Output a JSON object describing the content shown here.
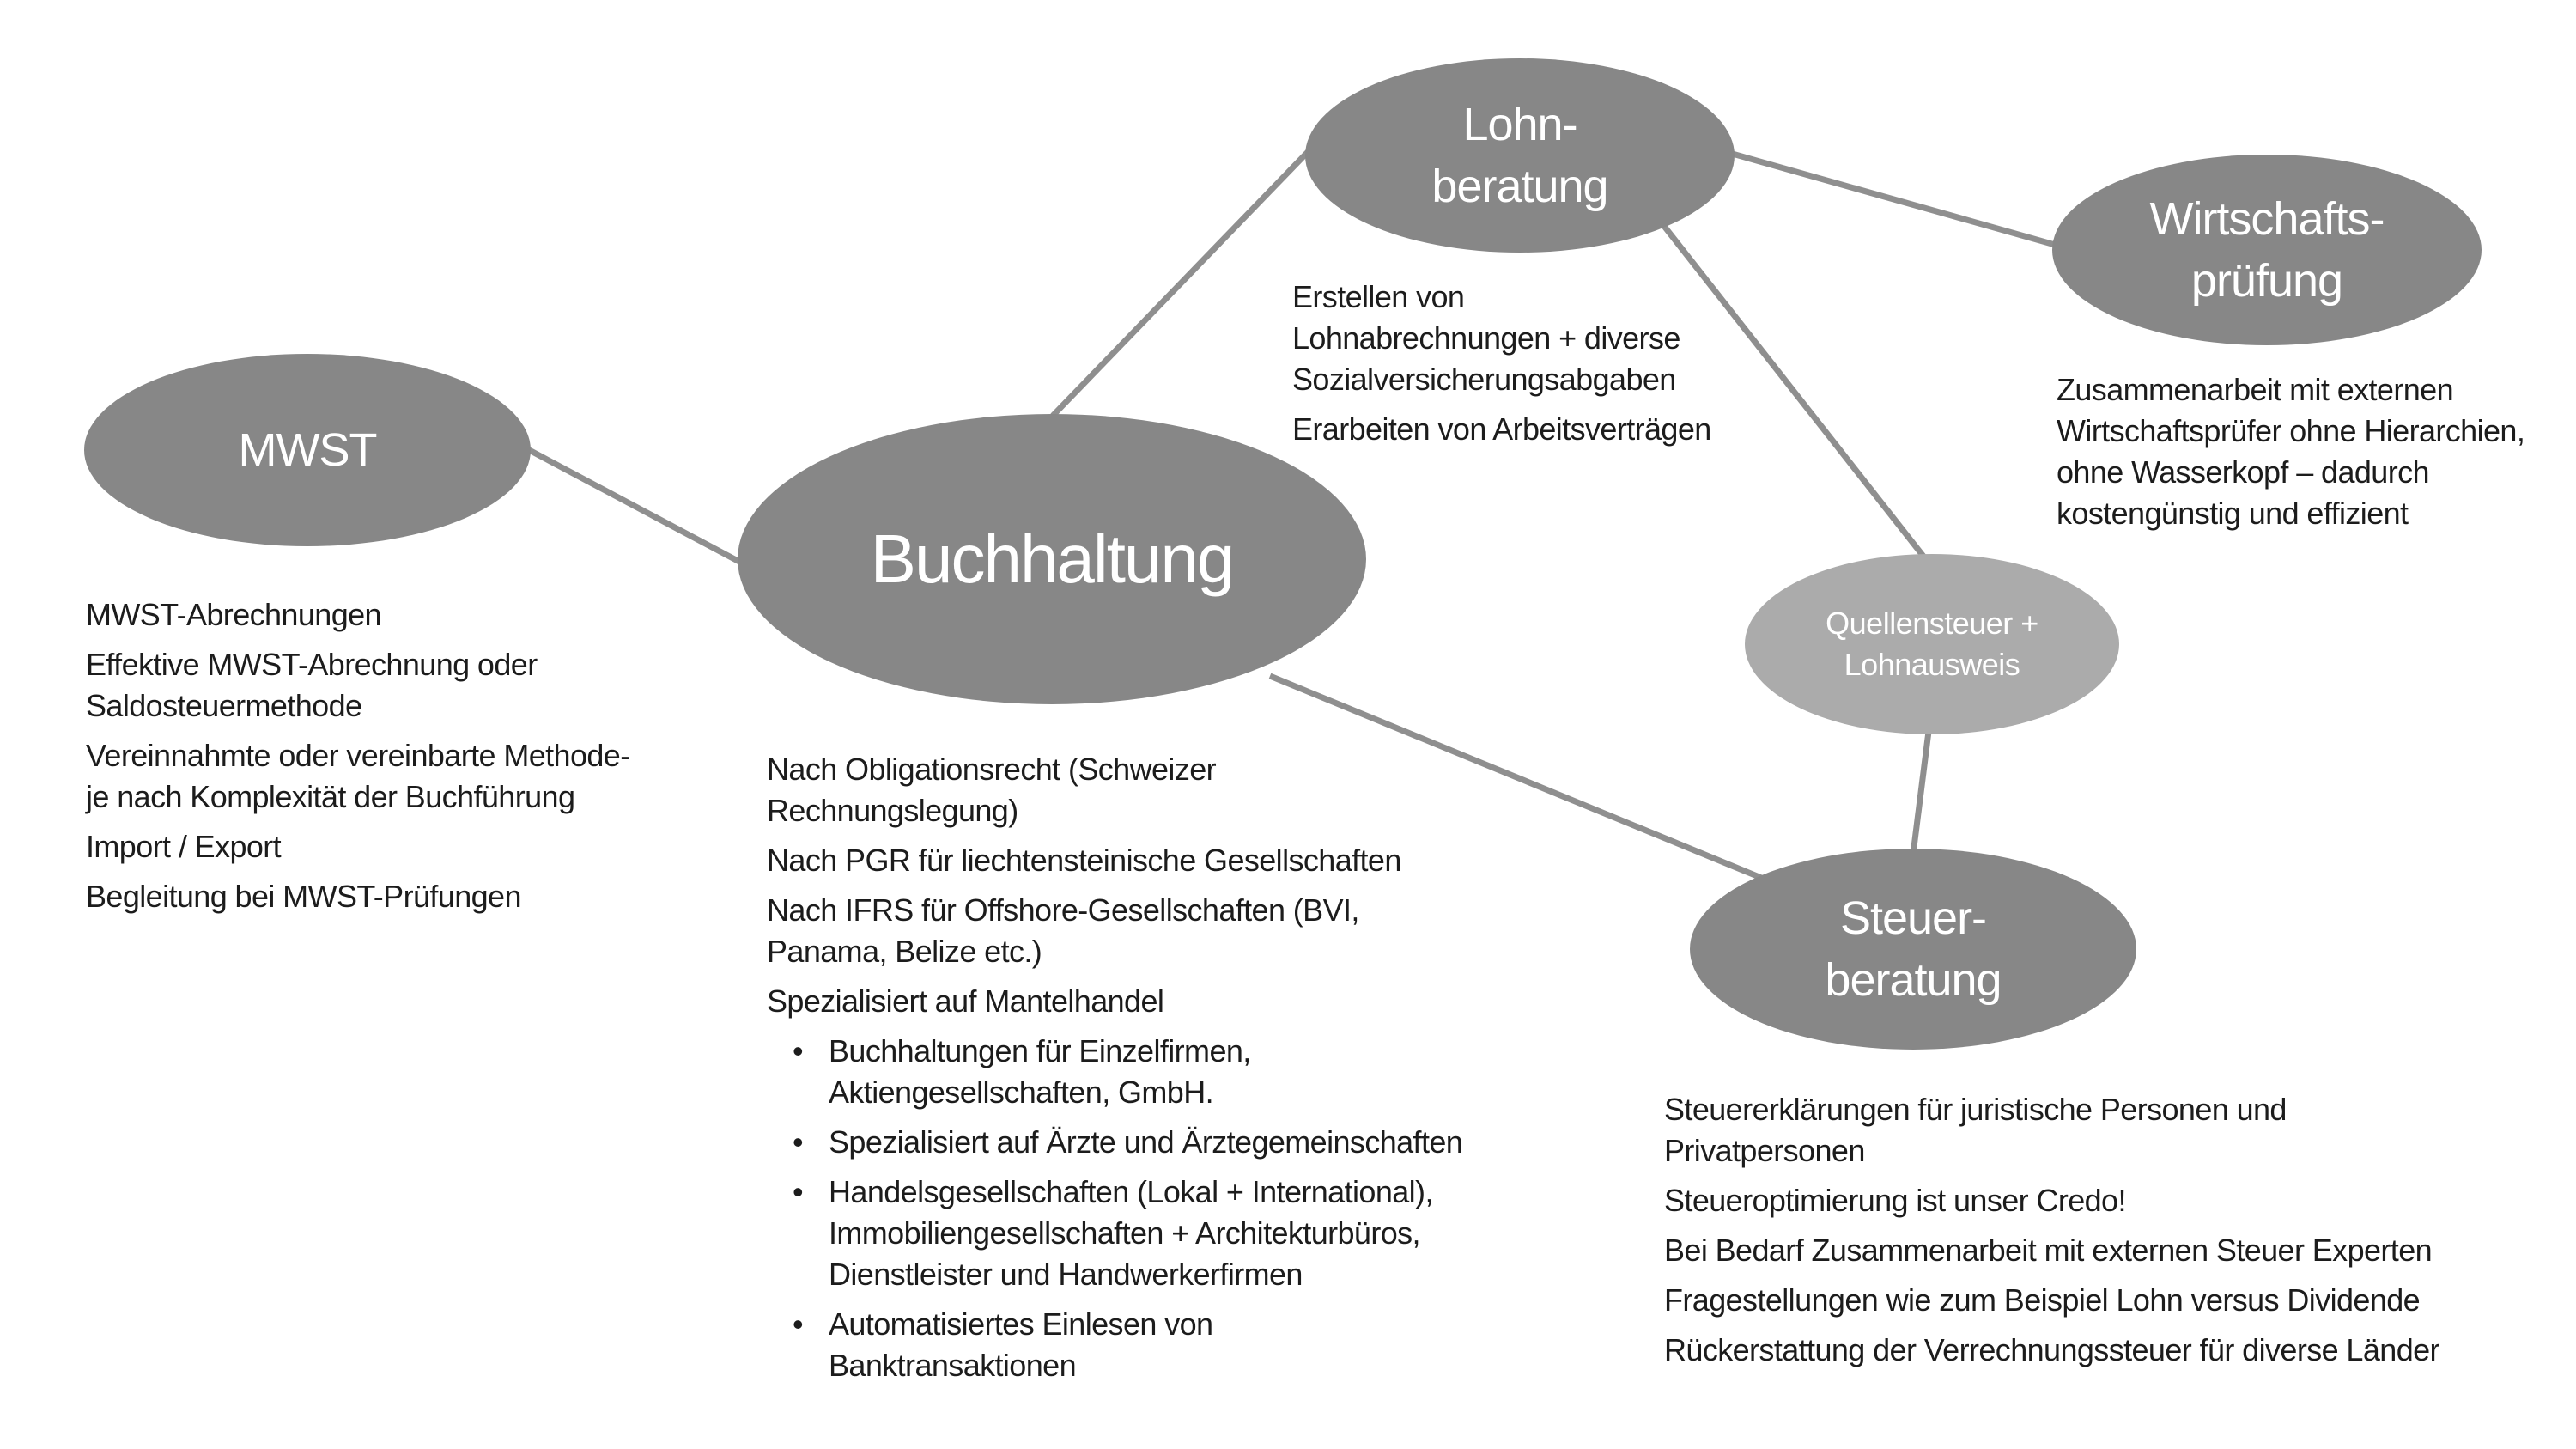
{
  "colors": {
    "background": "#ffffff",
    "connector": "#8f8f8f",
    "node_fill": "#878787",
    "node_fill_light": "#ababab",
    "node_label": "#ffffff",
    "body_text": "#1c1c1c"
  },
  "nodes": {
    "mwst": {
      "label": "MWST"
    },
    "buchhaltung": {
      "label": "Buchhaltung"
    },
    "lohnberatung": {
      "label": "Lohn-\nberatung"
    },
    "wirtschaftspruefung": {
      "label": "Wirtschafts-\nprüfung"
    },
    "quellensteuer": {
      "label": "Quellensteuer +\nLohnausweis"
    },
    "steuerberatung": {
      "label": "Steuer-\nberatung"
    }
  },
  "details": {
    "mwst": [
      {
        "bullet": false,
        "text": "MWST-Abrechnungen"
      },
      {
        "bullet": false,
        "text": "Effektive MWST-Abrechnung  oder\nSaldosteuermethode"
      },
      {
        "bullet": false,
        "text": "Vereinnahmte oder vereinbarte Methode-\nje nach Komplexität der Buchführung"
      },
      {
        "bullet": false,
        "text": "Import / Export"
      },
      {
        "bullet": false,
        "text": "Begleitung bei MWST-Prüfungen"
      }
    ],
    "lohnberatung": [
      {
        "bullet": false,
        "text": "Erstellen von\nLohnabrechnungen + diverse\nSozialversicherungsabgaben"
      },
      {
        "bullet": false,
        "text": "Erarbeiten von Arbeitsverträgen"
      }
    ],
    "wirtschaftspruefung": [
      {
        "bullet": false,
        "text": "Zusammenarbeit mit externen\nWirtschaftsprüfer ohne Hierarchien,\nohne Wasserkopf – dadurch\nkostengünstig und effizient"
      }
    ],
    "buchhaltung": [
      {
        "bullet": false,
        "text": "Nach Obligationsrecht (Schweizer\nRechnungslegung)"
      },
      {
        "bullet": false,
        "text": "Nach PGR für liechtensteinische Gesellschaften"
      },
      {
        "bullet": false,
        "text": "Nach IFRS für Offshore-Gesellschaften (BVI,\nPanama, Belize etc.)"
      },
      {
        "bullet": false,
        "text": "Spezialisiert auf Mantelhandel"
      },
      {
        "bullet": true,
        "text": "Buchhaltungen für Einzelfirmen,\nAktiengesellschaften, GmbH."
      },
      {
        "bullet": true,
        "text": "Spezialisiert auf Ärzte und Ärztegemeinschaften"
      },
      {
        "bullet": true,
        "text": "Handelsgesellschaften (Lokal + International),\nImmobiliengesellschaften + Architekturbüros,\nDienstleister und Handwerkerfirmen"
      },
      {
        "bullet": true,
        "text": "Automatisiertes Einlesen von\nBanktransaktionen"
      }
    ],
    "steuerberatung": [
      {
        "bullet": false,
        "text": "Steuererklärungen für juristische Personen und\nPrivatpersonen"
      },
      {
        "bullet": false,
        "text": "Steueroptimierung ist unser Credo!"
      },
      {
        "bullet": false,
        "text": "Bei Bedarf Zusammenarbeit mit externen Steuer Experten"
      },
      {
        "bullet": false,
        "text": "Fragestellungen wie zum Beispiel Lohn versus Dividende"
      },
      {
        "bullet": false,
        "text": "Rückerstattung der Verrechnungssteuer für diverse Länder"
      }
    ],
    "bullet_glyph": "•"
  }
}
